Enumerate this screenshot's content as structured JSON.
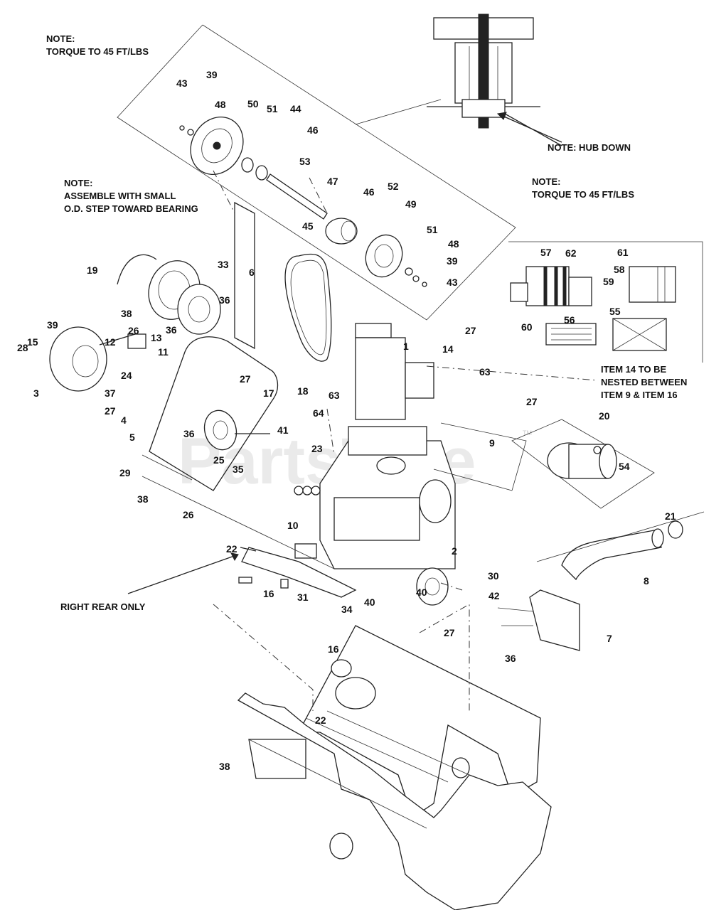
{
  "watermark": "PartsTree",
  "trademark": "TM",
  "notes": {
    "torque_top_1": "NOTE:",
    "torque_top_2": "TORQUE TO 45 FT/LBS",
    "hub_down": "NOTE: HUB DOWN",
    "assemble_1": "NOTE:",
    "assemble_2": "ASSEMBLE WITH SMALL",
    "assemble_3": "O.D. STEP TOWARD BEARING",
    "torque_right_1": "NOTE:",
    "torque_right_2": "TORQUE TO 45 FT/LBS",
    "item14_1": "ITEM 14 TO BE",
    "item14_2": "NESTED BETWEEN",
    "item14_3": "ITEM 9 & ITEM 16",
    "right_rear": "RIGHT REAR ONLY"
  },
  "callouts": [
    "43",
    "39",
    "48",
    "50",
    "51",
    "44",
    "46",
    "53",
    "47",
    "45",
    "46",
    "52",
    "49",
    "51",
    "48",
    "39",
    "43",
    "57",
    "62",
    "61",
    "58",
    "59",
    "60",
    "56",
    "55",
    "19",
    "33",
    "6",
    "38",
    "39",
    "28",
    "15",
    "26",
    "13",
    "36",
    "36",
    "12",
    "11",
    "24",
    "3",
    "27",
    "37",
    "27",
    "4",
    "17",
    "41",
    "5",
    "36",
    "25",
    "29",
    "35",
    "38",
    "26",
    "1",
    "14",
    "27",
    "63",
    "18",
    "63",
    "64",
    "23",
    "9",
    "27",
    "20",
    "54",
    "10",
    "22",
    "16",
    "31",
    "34",
    "40",
    "2",
    "30",
    "40",
    "21",
    "8",
    "42",
    "36",
    "7",
    "27",
    "16",
    "22",
    "38"
  ]
}
